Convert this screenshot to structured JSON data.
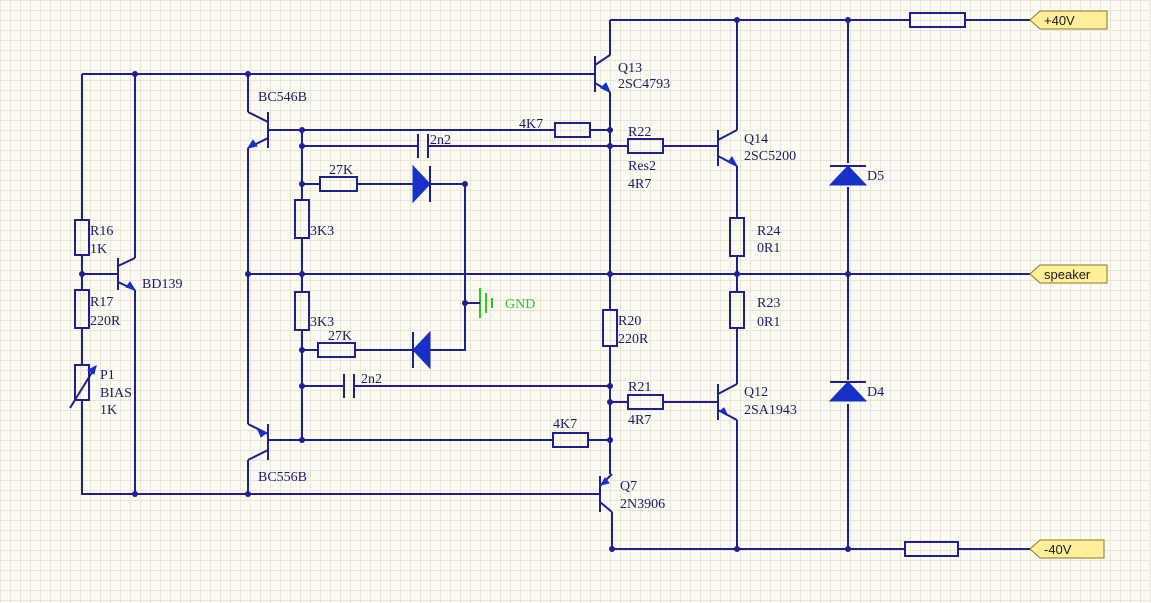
{
  "colors": {
    "wire": "#1f1f8f",
    "label": "#1c1c66",
    "diode_fill": "#1730c8",
    "ground": "#22cc22",
    "port_fill": "#ffef9a",
    "background": "#fbfbf4"
  },
  "ports": {
    "vplus": "+40V",
    "vminus": "-40V",
    "speaker": "speaker"
  },
  "ground": {
    "label": "GND"
  },
  "transistors": {
    "q13": {
      "ref": "Q13",
      "part": "2SC4793"
    },
    "q14": {
      "ref": "Q14",
      "part": "2SC5200"
    },
    "q12": {
      "ref": "Q12",
      "part": "2SA1943"
    },
    "q7": {
      "ref": "Q7",
      "part": "2N3906"
    },
    "bc546": {
      "part": "BC546B"
    },
    "bc556": {
      "part": "BC556B"
    },
    "bd139": {
      "part": "BD139"
    }
  },
  "resistors": {
    "r16": {
      "ref": "R16",
      "value": "1K"
    },
    "r17": {
      "ref": "R17",
      "value": "220R"
    },
    "p1": {
      "ref": "P1",
      "value": "BIAS",
      "value2": "1K"
    },
    "r22": {
      "ref": "R22",
      "value": "Res2",
      "value2": "4R7"
    },
    "r21": {
      "ref": "R21",
      "value": "4R7"
    },
    "r24": {
      "ref": "R24",
      "value": "0R1"
    },
    "r23": {
      "ref": "R23",
      "value": "0R1"
    },
    "r20": {
      "ref": "R20",
      "value": "220R"
    },
    "r4k7_top": {
      "value": "4K7"
    },
    "r4k7_bot": {
      "value": "4K7"
    },
    "r27k_top": {
      "value": "27K"
    },
    "r27k_bot": {
      "value": "27K"
    },
    "r3k3_top": {
      "value": "3K3"
    },
    "r3k3_bot": {
      "value": "3K3"
    }
  },
  "capacitors": {
    "c_top": {
      "value": "2n2"
    },
    "c_bot": {
      "value": "2n2"
    }
  },
  "diodes": {
    "d5": {
      "ref": "D5"
    },
    "d4": {
      "ref": "D4"
    }
  }
}
